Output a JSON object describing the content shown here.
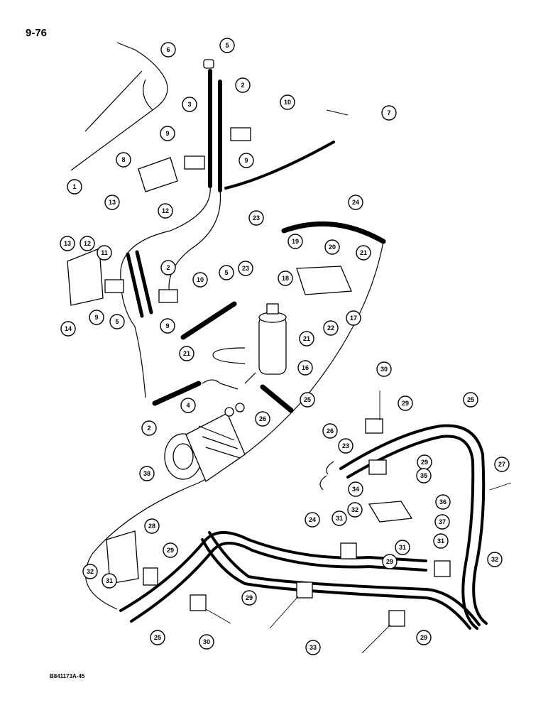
{
  "page_number": "9-76",
  "reference_code": "B841173A-45",
  "callouts": [
    {
      "n": "1"
    },
    {
      "n": "2"
    },
    {
      "n": "3"
    },
    {
      "n": "4"
    },
    {
      "n": "5"
    },
    {
      "n": "6"
    },
    {
      "n": "7"
    },
    {
      "n": "8"
    },
    {
      "n": "9"
    },
    {
      "n": "10"
    },
    {
      "n": "11"
    },
    {
      "n": "12"
    },
    {
      "n": "13"
    },
    {
      "n": "14"
    },
    {
      "n": "16"
    },
    {
      "n": "17"
    },
    {
      "n": "18"
    },
    {
      "n": "19"
    },
    {
      "n": "20"
    },
    {
      "n": "21"
    },
    {
      "n": "22"
    },
    {
      "n": "23"
    },
    {
      "n": "24"
    },
    {
      "n": "25"
    },
    {
      "n": "26"
    },
    {
      "n": "27"
    },
    {
      "n": "28"
    },
    {
      "n": "29"
    },
    {
      "n": "30"
    },
    {
      "n": "31"
    },
    {
      "n": "32"
    },
    {
      "n": "33"
    },
    {
      "n": "34"
    },
    {
      "n": "35"
    },
    {
      "n": "36"
    },
    {
      "n": "37"
    },
    {
      "n": "38"
    }
  ]
}
